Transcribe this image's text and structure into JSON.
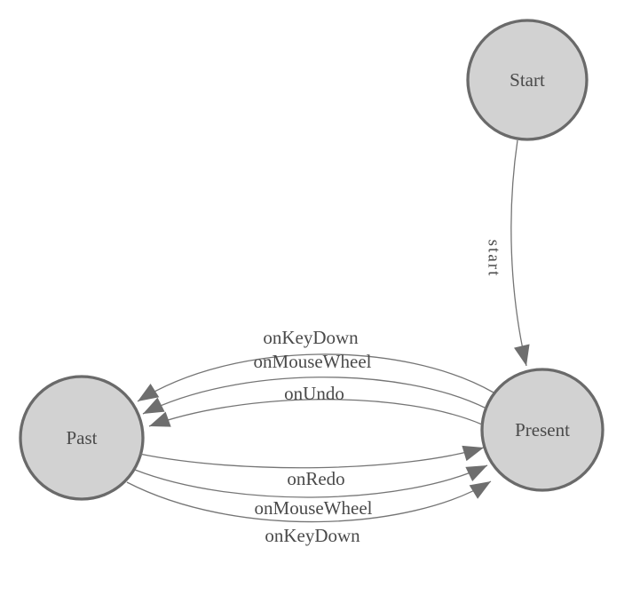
{
  "diagram": {
    "type": "state-machine",
    "background": "#ffffff",
    "colors": {
      "node_fill": "#d2d2d2",
      "node_border": "#6a6a6a",
      "edge_line": "#757575",
      "arrow_fill": "#6e6e6e",
      "label_text": "#4a4a4a"
    },
    "nodes": [
      {
        "id": "start",
        "label": "Start"
      },
      {
        "id": "present",
        "label": "Present"
      },
      {
        "id": "past",
        "label": "Past"
      }
    ],
    "edges": [
      {
        "from": "Start",
        "to": "Present",
        "label": "start"
      },
      {
        "from": "Present",
        "to": "Past",
        "label": "onKeyDown"
      },
      {
        "from": "Present",
        "to": "Past",
        "label": "onMouseWheel"
      },
      {
        "from": "Present",
        "to": "Past",
        "label": "onUndo"
      },
      {
        "from": "Past",
        "to": "Present",
        "label": "onRedo"
      },
      {
        "from": "Past",
        "to": "Present",
        "label": "onMouseWheel"
      },
      {
        "from": "Past",
        "to": "Present",
        "label": "onKeyDown"
      }
    ]
  }
}
